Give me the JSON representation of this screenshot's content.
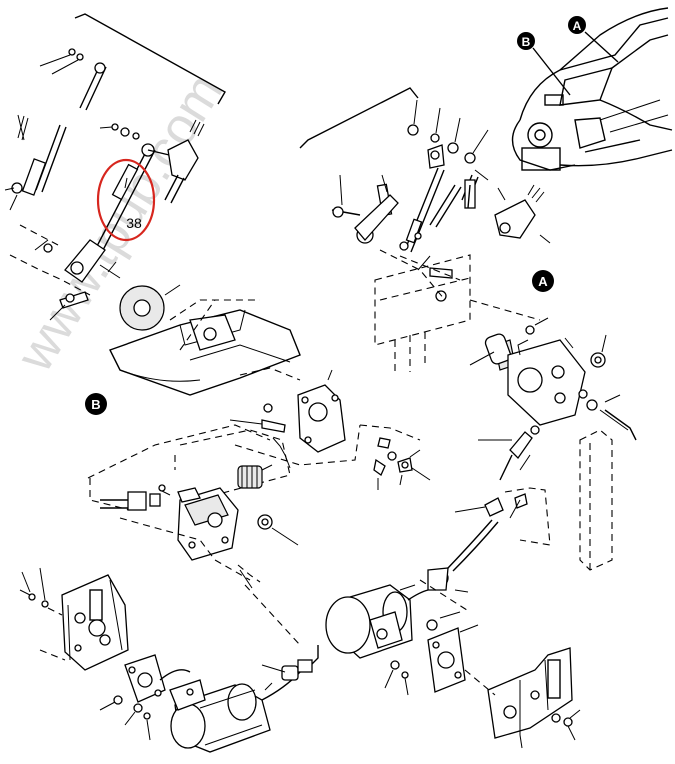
{
  "figure": {
    "callouts": {
      "item_38": "38",
      "view_a": "A",
      "view_b": "B"
    },
    "watermark": "www.tpub.com",
    "colors": {
      "line": "#000000",
      "callout_circle": "#d7261e",
      "watermark": "#cccccc",
      "background": "#ffffff"
    },
    "views": [
      {
        "id": "detail-a",
        "label": "A"
      },
      {
        "id": "detail-b",
        "label": "B"
      }
    ]
  }
}
